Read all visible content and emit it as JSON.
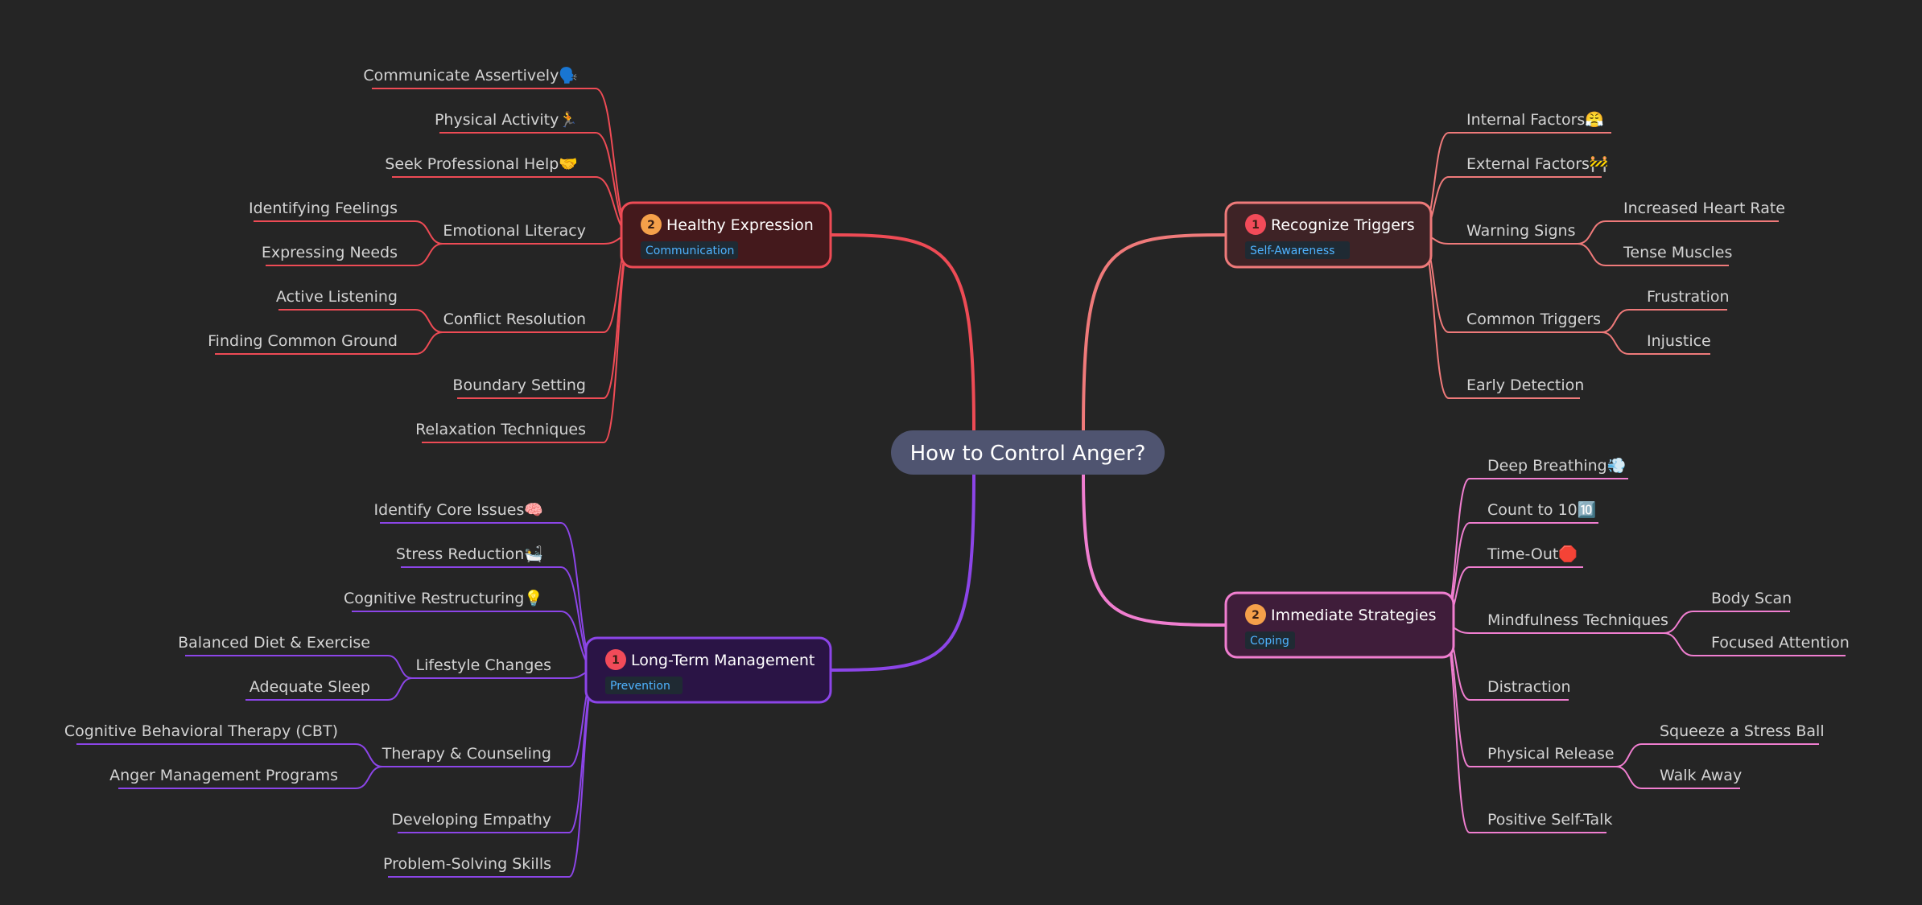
{
  "colors": {
    "background": "#252525",
    "root_fill": "#4f5470",
    "tag_text": "#4fb3ff",
    "tag_bg": "#1f2a33",
    "badge_red": "#f24b59",
    "badge_orange": "#f5a04a"
  },
  "root": {
    "label": "How to Control Anger?"
  },
  "branches": [
    {
      "id": "recognize-triggers",
      "label": "Recognize Triggers",
      "badge": "1",
      "badge_color": "#f24b59",
      "tag": "Self-Awareness",
      "color": "#ef7a7a",
      "fill": "#3e2326",
      "children": [
        {
          "label": "Internal Factors😤"
        },
        {
          "label": "External Factors🚧"
        },
        {
          "label": "Warning Signs",
          "children": [
            {
              "label": "Increased Heart Rate"
            },
            {
              "label": "Tense Muscles"
            }
          ]
        },
        {
          "label": "Common Triggers",
          "children": [
            {
              "label": "Frustration"
            },
            {
              "label": "Injustice"
            }
          ]
        },
        {
          "label": "Early Detection"
        }
      ]
    },
    {
      "id": "immediate-strategies",
      "label": "Immediate Strategies",
      "badge": "2",
      "badge_color": "#f5a04a",
      "tag": "Coping",
      "color": "#f07ed0",
      "fill": "#3f1d3a",
      "children": [
        {
          "label": "Deep Breathing💨"
        },
        {
          "label": "Count to 10🔟"
        },
        {
          "label": "Time-Out🛑"
        },
        {
          "label": "Mindfulness Techniques",
          "children": [
            {
              "label": "Body Scan"
            },
            {
              "label": "Focused Attention"
            }
          ]
        },
        {
          "label": "Distraction"
        },
        {
          "label": "Physical Release",
          "children": [
            {
              "label": "Squeeze a Stress Ball"
            },
            {
              "label": "Walk Away"
            }
          ]
        },
        {
          "label": "Positive Self-Talk"
        }
      ]
    },
    {
      "id": "healthy-expression",
      "label": "Healthy Expression",
      "badge": "2",
      "badge_color": "#f5a04a",
      "tag": "Communication",
      "color": "#ee4b55",
      "fill": "#44191c",
      "children": [
        {
          "label": "Communicate Assertively🗣️"
        },
        {
          "label": "Physical Activity🏃"
        },
        {
          "label": "Seek Professional Help🤝"
        },
        {
          "label": "Emotional Literacy",
          "children": [
            {
              "label": "Identifying Feelings"
            },
            {
              "label": "Expressing Needs"
            }
          ]
        },
        {
          "label": "Conflict Resolution",
          "children": [
            {
              "label": "Active Listening"
            },
            {
              "label": "Finding Common Ground"
            }
          ]
        },
        {
          "label": "Boundary Setting"
        },
        {
          "label": "Relaxation Techniques"
        }
      ]
    },
    {
      "id": "long-term-management",
      "label": "Long-Term Management",
      "badge": "1",
      "badge_color": "#f24b59",
      "tag": "Prevention",
      "color": "#8c45e8",
      "fill": "#2a1445",
      "children": [
        {
          "label": "Identify Core Issues🧠"
        },
        {
          "label": "Stress Reduction🛀"
        },
        {
          "label": "Cognitive Restructuring💡"
        },
        {
          "label": "Lifestyle Changes",
          "children": [
            {
              "label": "Balanced Diet & Exercise"
            },
            {
              "label": "Adequate Sleep"
            }
          ]
        },
        {
          "label": "Therapy & Counseling",
          "children": [
            {
              "label": "Cognitive Behavioral Therapy (CBT)"
            },
            {
              "label": "Anger Management Programs"
            }
          ]
        },
        {
          "label": "Developing Empathy"
        },
        {
          "label": "Problem-Solving Skills"
        }
      ]
    }
  ]
}
